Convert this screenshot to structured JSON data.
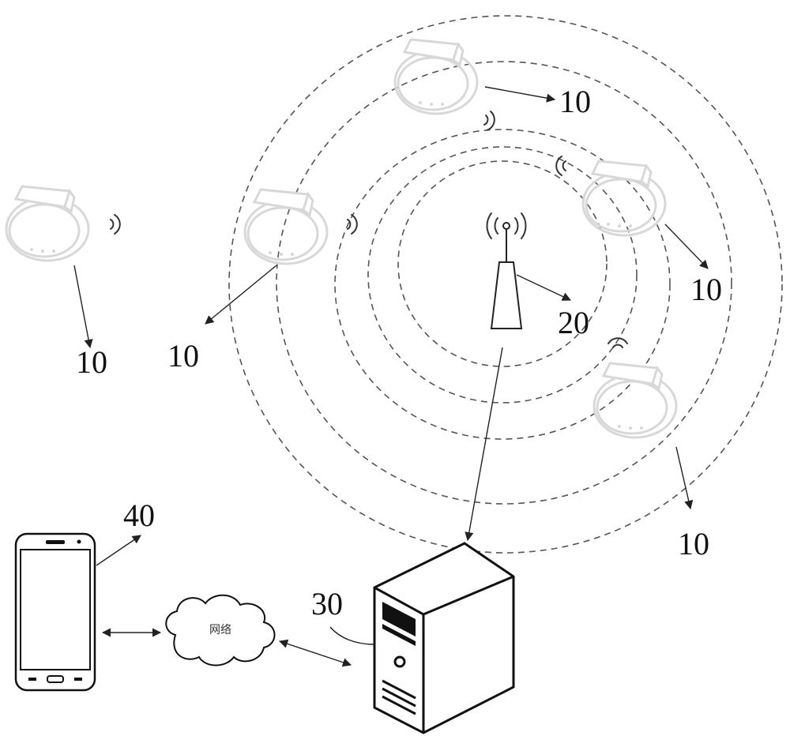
{
  "labels": {
    "band_top": "10",
    "band_right_upper": "10",
    "band_left_far": "10",
    "band_left_inner": "10",
    "band_right_lower": "10",
    "base_station": "20",
    "server": "30",
    "phone": "40",
    "network": "网络"
  },
  "icons": {
    "wristband": "wristband-icon",
    "signal": "signal-wave-icon",
    "base_station": "antenna-tower-icon",
    "server": "server-tower-icon",
    "phone": "smartphone-icon",
    "network": "cloud-icon"
  },
  "colors": {
    "line": "#222222",
    "ring": "#555555",
    "device_outline": "#d8d8d8",
    "background": "#ffffff"
  }
}
